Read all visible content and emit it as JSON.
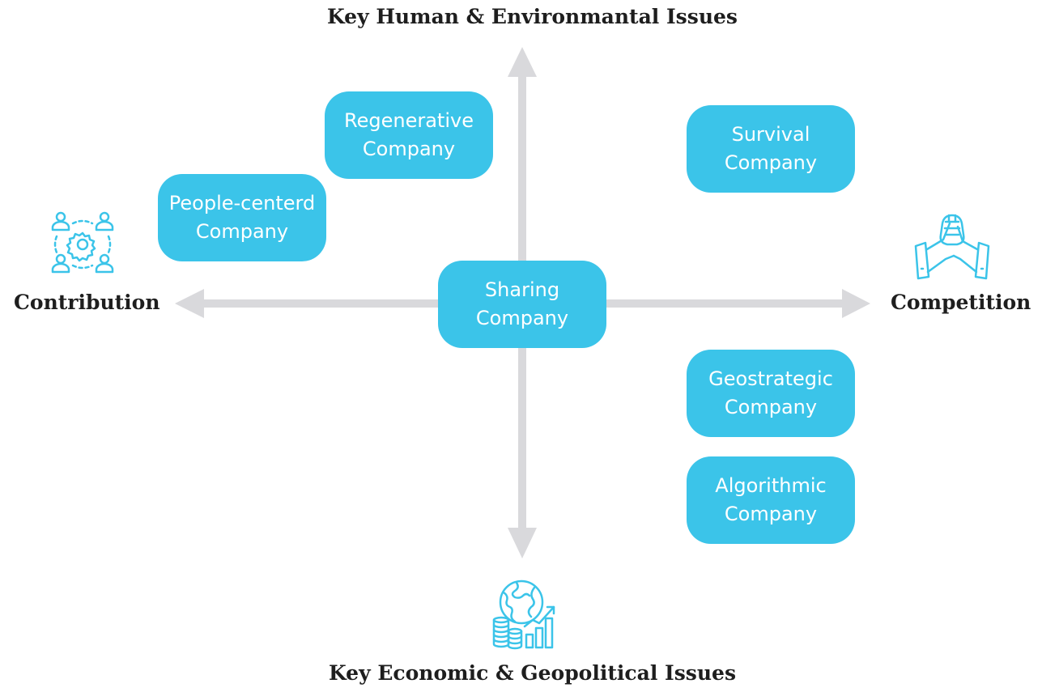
{
  "colors": {
    "box": "#3bc4e9",
    "arrow": "#d9d9dc",
    "icon": "#3bc4e9",
    "label": "#1e1e1e"
  },
  "axes": {
    "top": "Key Human & Environmantal Issues",
    "bottom": "Key Economic & Geopolitical Issues",
    "left": "Contribution",
    "right": "Competition"
  },
  "icons": {
    "left": "people-gear-icon",
    "right": "handshake-icon",
    "bottom": "globe-coins-chart-icon"
  },
  "boxes": {
    "regenerative": {
      "line1": "Regenerative",
      "line2": "Company"
    },
    "people": {
      "line1": "People-centerd",
      "line2": "Company"
    },
    "survival": {
      "line1": "Survival",
      "line2": "Company"
    },
    "sharing": {
      "line1": "Sharing",
      "line2": "Company"
    },
    "geostrategic": {
      "line1": "Geostrategic",
      "line2": "Company"
    },
    "algorithmic": {
      "line1": "Algorithmic",
      "line2": "Company"
    }
  }
}
